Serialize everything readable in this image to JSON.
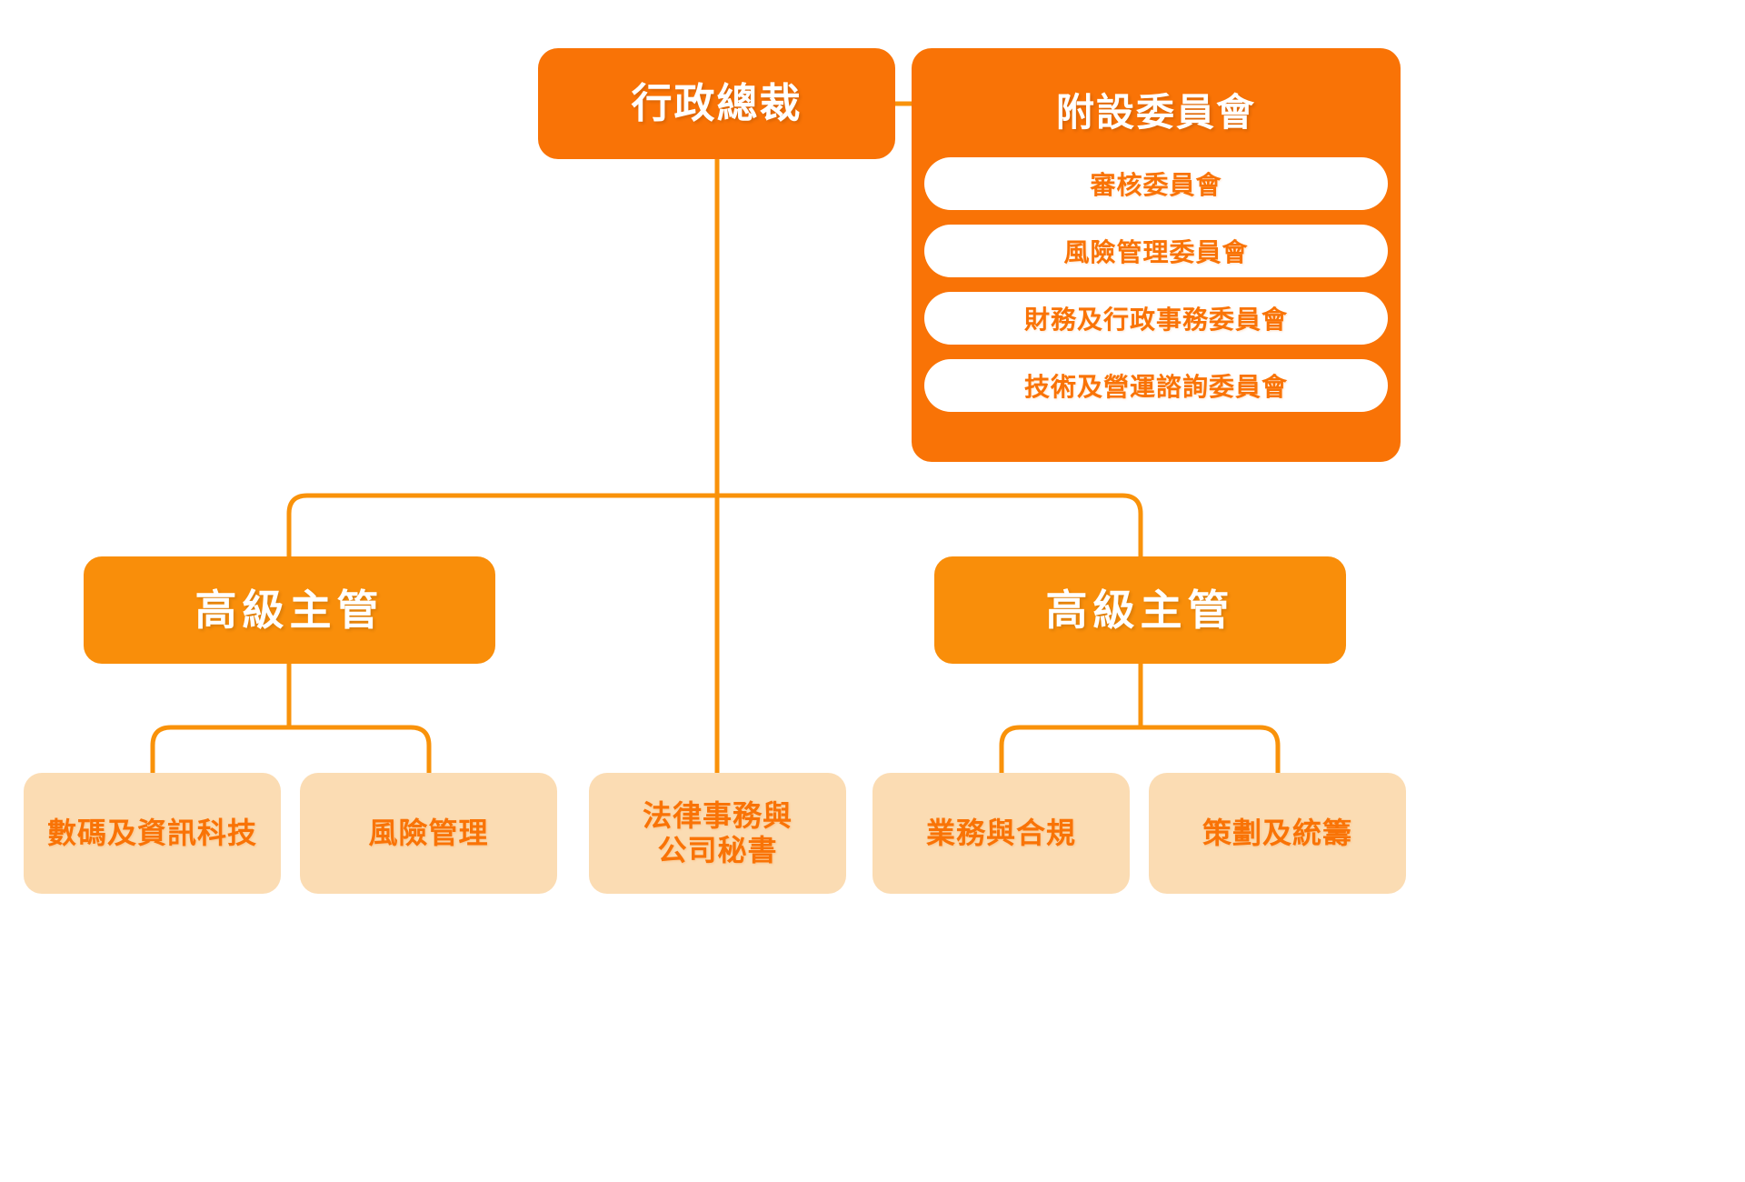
{
  "chart_type": "org-chart",
  "colors": {
    "primary_orange": "#F97306",
    "senior_orange": "#F98E0A",
    "leaf_peach": "#FBDCB3",
    "connector": "#F9920A",
    "white": "#FFFFFF",
    "background": "#FFFFFF"
  },
  "ceo": {
    "label": "行政總裁"
  },
  "committees": {
    "title": "附設委員會",
    "items": [
      {
        "label": "審核委員會"
      },
      {
        "label": "風險管理委員會"
      },
      {
        "label": "財務及行政事務委員會"
      },
      {
        "label": "技術及營運諮詢委員會"
      }
    ]
  },
  "senior_management": [
    {
      "label": "高級主管"
    },
    {
      "label": "高級主管"
    }
  ],
  "departments": [
    {
      "label": "數碼及資訊科技",
      "line1": "數碼及資訊科技",
      "line2": ""
    },
    {
      "label": "風險管理",
      "line1": "風險管理",
      "line2": ""
    },
    {
      "label": "法律事務與公司秘書",
      "line1": "法律事務與",
      "line2": "公司秘書"
    },
    {
      "label": "業務與合規",
      "line1": "業務與合規",
      "line2": ""
    },
    {
      "label": "策劃及統籌",
      "line1": "策劃及統籌",
      "line2": ""
    }
  ]
}
